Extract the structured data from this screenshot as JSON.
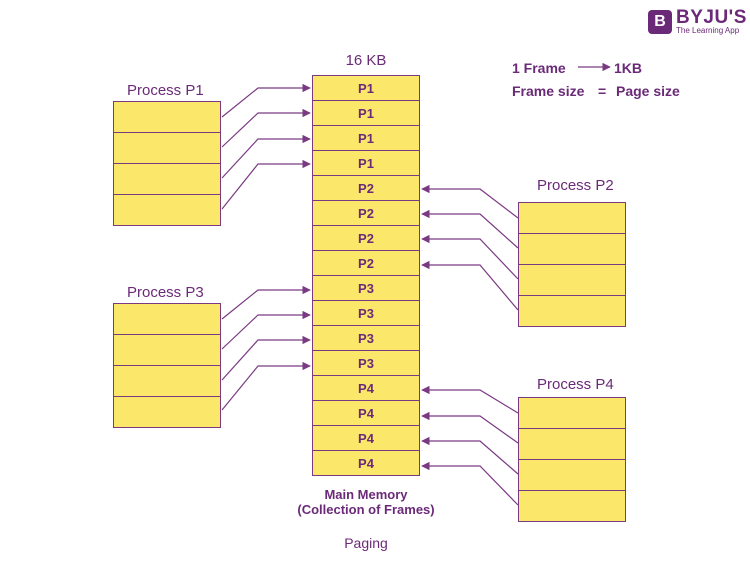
{
  "logo": {
    "badge_letter": "B",
    "name": "BYJU'S",
    "tagline": "The Learning App"
  },
  "legend": {
    "frame_left": "1 Frame",
    "frame_right": "1KB",
    "size_left": "Frame size",
    "size_eq": "=",
    "size_right": "Page size"
  },
  "memory": {
    "top_label": "16 KB",
    "caption_line1": "Main Memory",
    "caption_line2": "(Collection of Frames)",
    "frames": [
      "P1",
      "P1",
      "P1",
      "P1",
      "P2",
      "P2",
      "P2",
      "P2",
      "P3",
      "P3",
      "P3",
      "P3",
      "P4",
      "P4",
      "P4",
      "P4"
    ]
  },
  "processes": {
    "p1": "Process P1",
    "p2": "Process P2",
    "p3": "Process P3",
    "p4": "Process P4"
  },
  "footer": "Paging",
  "colors": {
    "accent": "#6b2a78",
    "cell_fill": "#fbe86a",
    "line": "#7a3a82"
  }
}
